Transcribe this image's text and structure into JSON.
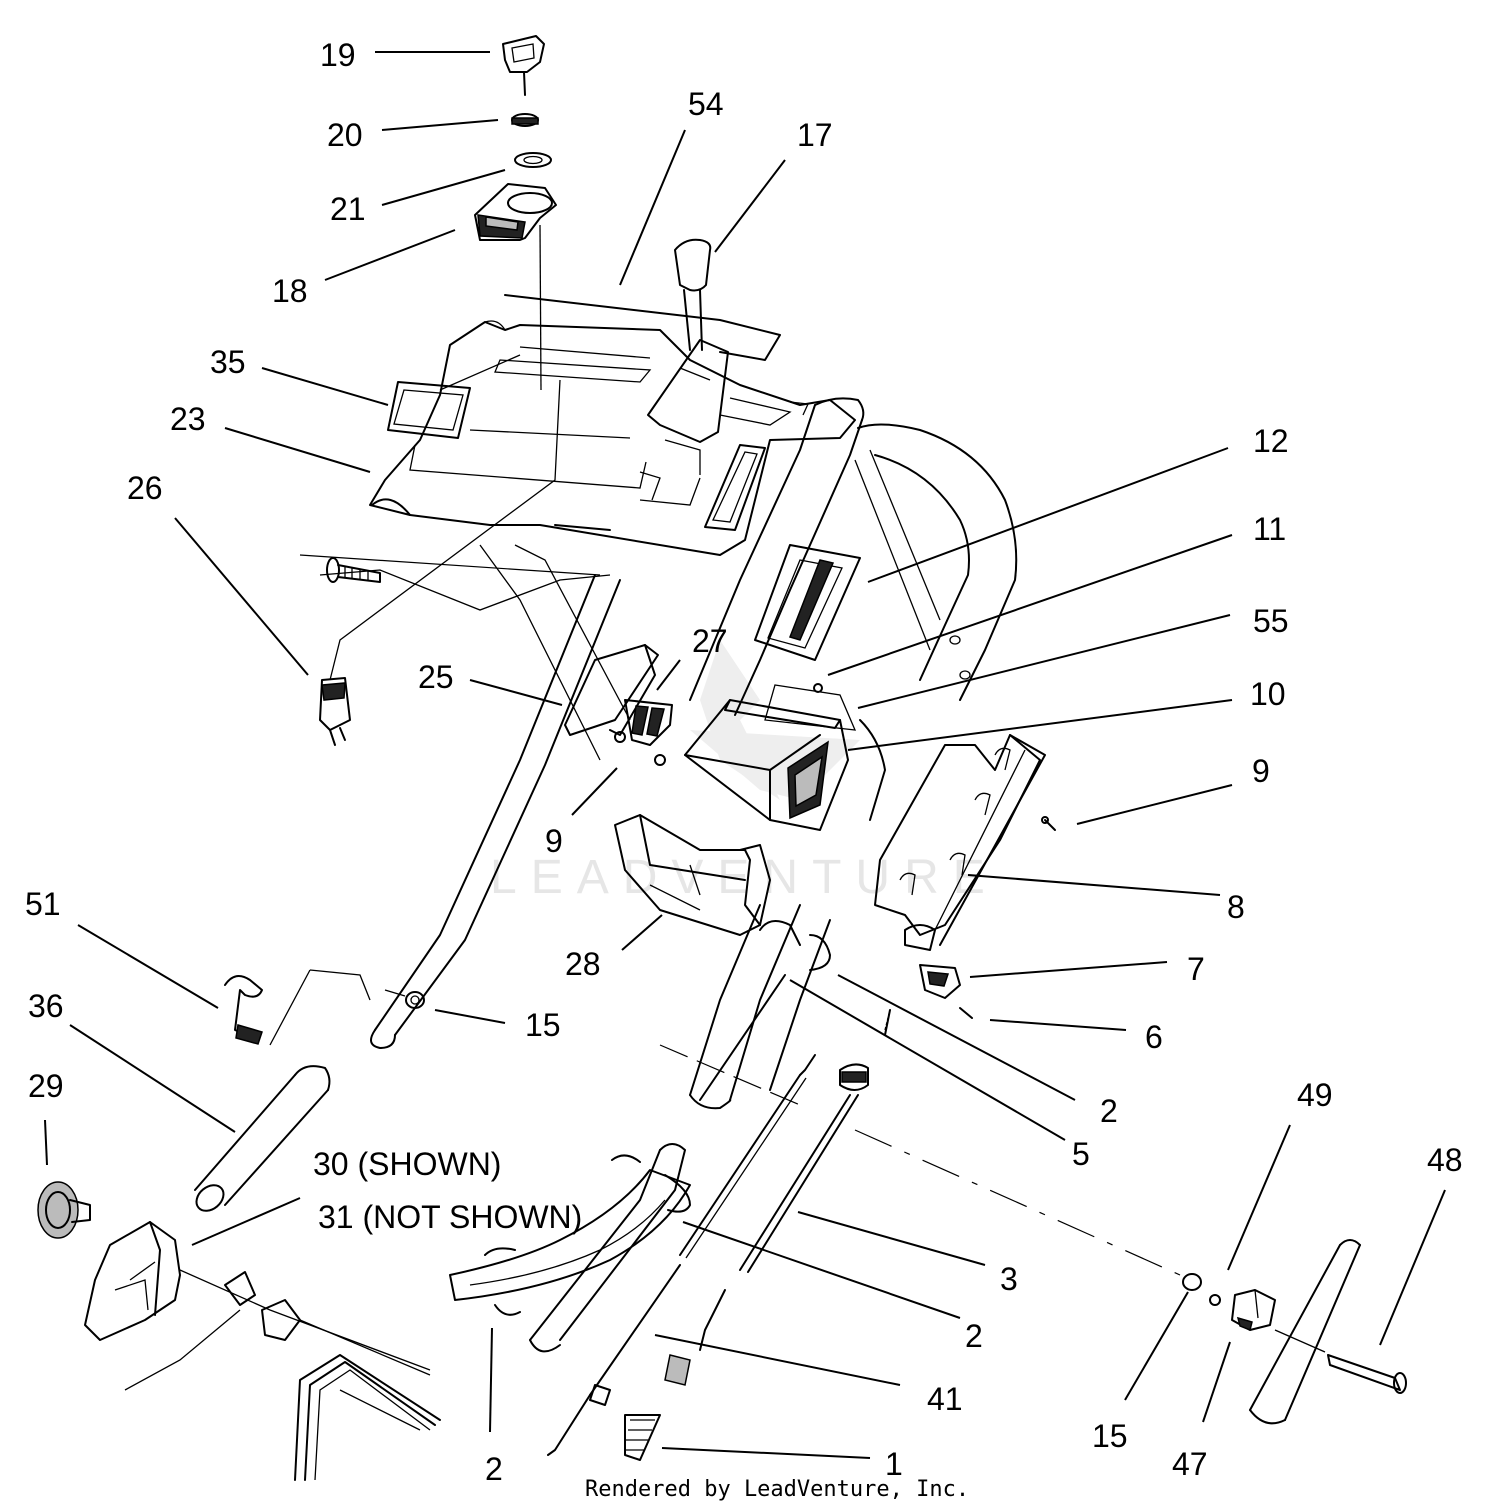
{
  "callouts": [
    {
      "id": "c19",
      "text": "19"
    },
    {
      "id": "c20",
      "text": "20"
    },
    {
      "id": "c21",
      "text": "21"
    },
    {
      "id": "c18",
      "text": "18"
    },
    {
      "id": "c54",
      "text": "54"
    },
    {
      "id": "c17",
      "text": "17"
    },
    {
      "id": "c35",
      "text": "35"
    },
    {
      "id": "c23",
      "text": "23"
    },
    {
      "id": "c26",
      "text": "26"
    },
    {
      "id": "c12",
      "text": "12"
    },
    {
      "id": "c11",
      "text": "11"
    },
    {
      "id": "c55",
      "text": "55"
    },
    {
      "id": "c27",
      "text": "27"
    },
    {
      "id": "c25",
      "text": "25"
    },
    {
      "id": "c10",
      "text": "10"
    },
    {
      "id": "c9a",
      "text": "9"
    },
    {
      "id": "c9b",
      "text": "9"
    },
    {
      "id": "c8",
      "text": "8"
    },
    {
      "id": "c51",
      "text": "51"
    },
    {
      "id": "c28",
      "text": "28"
    },
    {
      "id": "c7",
      "text": "7"
    },
    {
      "id": "c6",
      "text": "6"
    },
    {
      "id": "c36",
      "text": "36"
    },
    {
      "id": "c15a",
      "text": "15"
    },
    {
      "id": "c29",
      "text": "29"
    },
    {
      "id": "c2a",
      "text": "2"
    },
    {
      "id": "c5",
      "text": "5"
    },
    {
      "id": "c49",
      "text": "49"
    },
    {
      "id": "c48",
      "text": "48"
    },
    {
      "id": "c30",
      "text": "30 (SHOWN)"
    },
    {
      "id": "c31",
      "text": "31 (NOT SHOWN)"
    },
    {
      "id": "c3",
      "text": "3"
    },
    {
      "id": "c2b",
      "text": "2"
    },
    {
      "id": "c41",
      "text": "41"
    },
    {
      "id": "c15b",
      "text": "15"
    },
    {
      "id": "c47",
      "text": "47"
    },
    {
      "id": "c1",
      "text": "1"
    },
    {
      "id": "c2c",
      "text": "2"
    }
  ],
  "watermark": "LEADVENTURE",
  "footer": "Rendered by LeadVenture, Inc."
}
